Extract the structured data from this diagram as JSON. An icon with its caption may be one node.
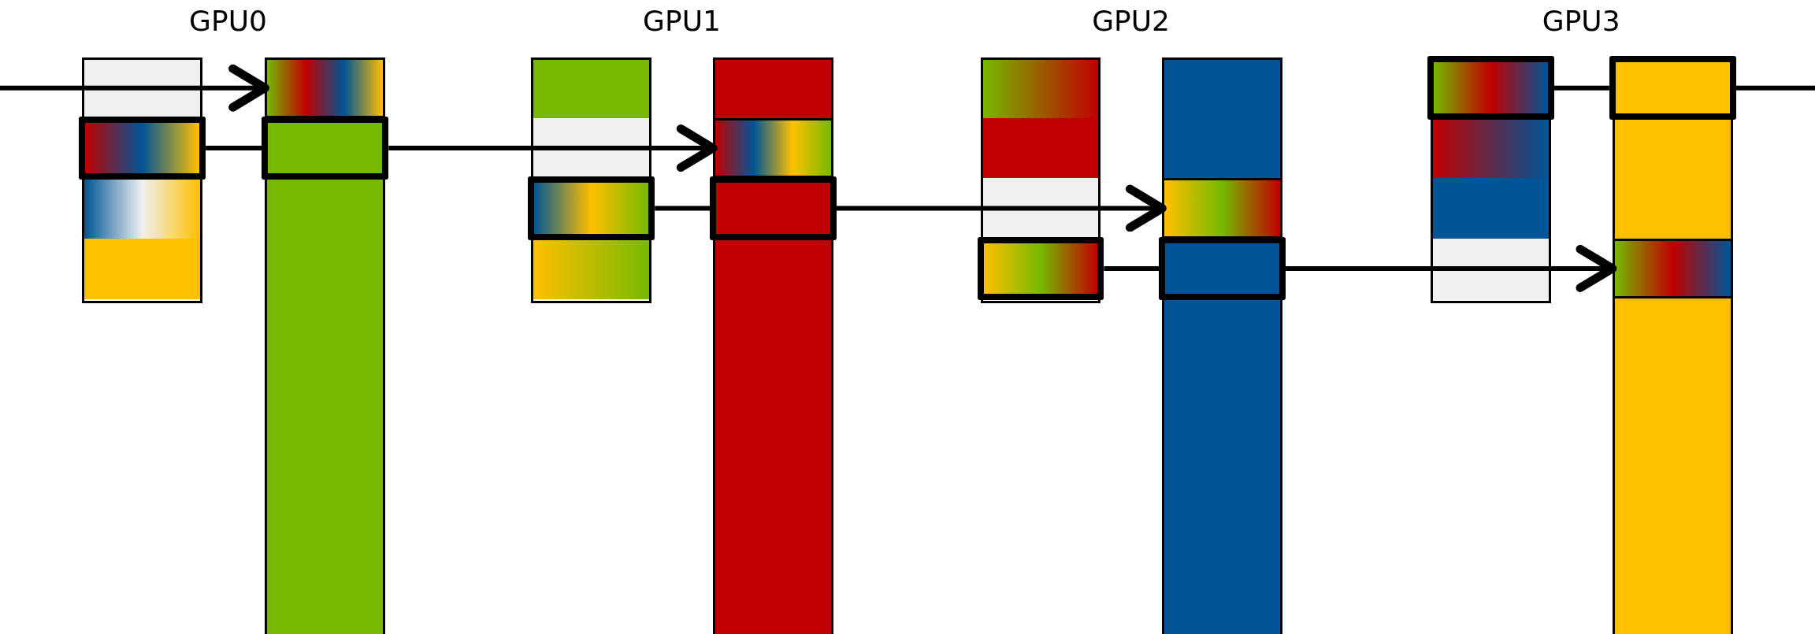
{
  "diagram": {
    "nodes": [
      {
        "text": [],
        "shape": "box"
      },
      {
        "text": [],
        "shape": "box"
      },
      {
        "text": [],
        "shape": "box"
      },
      {
        "text": [],
        "shape": "box"
      },
      {
        "text": [],
        "shape": "box"
      },
      {
        "text": [],
        "shape": "box"
      },
      {
        "text": [],
        "shape": "box"
      },
      {
        "text": [],
        "shape": "box"
      },
      {
        "text": [],
        "shape": "box"
      },
      {
        "text": [],
        "shape": "box"
      },
      {
        "text": [],
        "shape": "box"
      },
      {
        "text": [],
        "shape": "box"
      }
    ],
    "edges": [
      {
        "from": null,
        "to": 0,
        "arrow": "to"
      },
      {
        "from": 1,
        "to": 2,
        "arrow": "none"
      },
      {
        "from": 2,
        "to": 3,
        "arrow": "to"
      },
      {
        "from": 4,
        "to": 5,
        "arrow": "none"
      },
      {
        "from": 5,
        "to": 6,
        "arrow": "to"
      },
      {
        "from": 7,
        "to": 8,
        "arrow": "none"
      },
      {
        "from": 8,
        "to": 11,
        "arrow": "to"
      },
      {
        "from": 9,
        "to": 10,
        "arrow": "none"
      },
      {
        "from": 10,
        "to": null,
        "arrow": "none"
      }
    ],
    "labels": [
      "GPU0",
      "GPU1",
      "GPU2",
      "GPU3"
    ]
  }
}
